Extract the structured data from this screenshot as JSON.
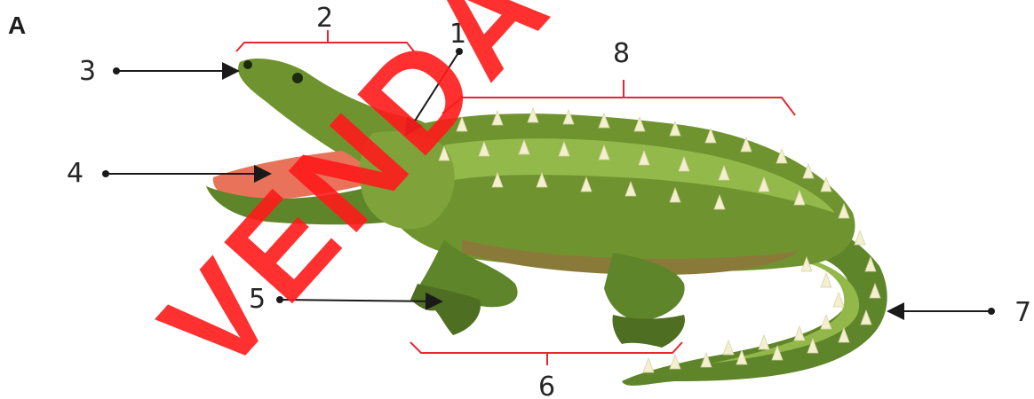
{
  "figure": {
    "panel_letter": "A",
    "labels": [
      "1",
      "2",
      "3",
      "4",
      "5",
      "6",
      "7",
      "8"
    ],
    "bracket_color": "#e8262e",
    "arrow_color": "#1a1a1a"
  },
  "watermark": {
    "text": "VENDA PRO",
    "color": "#ff1a1a"
  },
  "illustration": {
    "subject": "crocodile",
    "colors": {
      "body_light": "#7fa23a",
      "body_mid": "#6a8f2f",
      "body_dark": "#4e6f22",
      "belly": "#8a7a3a",
      "mouth": "#e8735a",
      "spikes": "#f3efcf"
    }
  }
}
